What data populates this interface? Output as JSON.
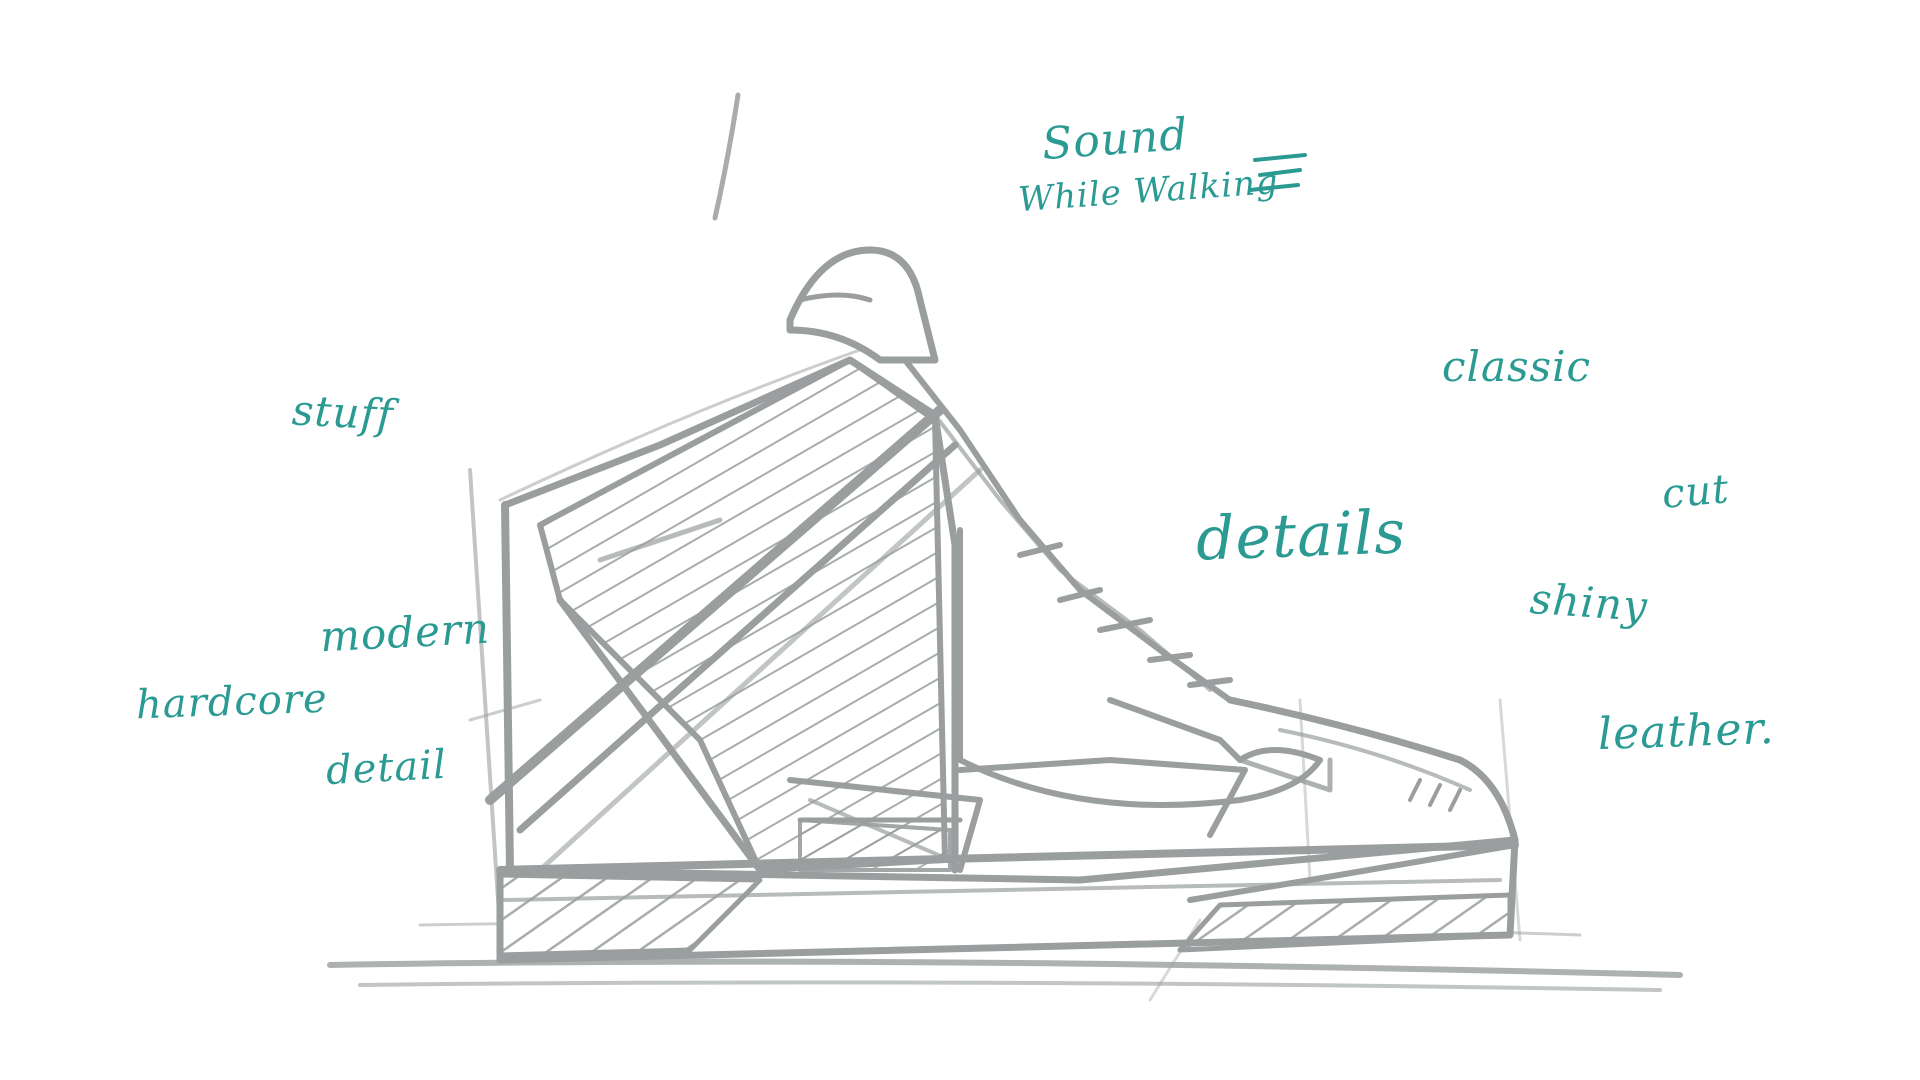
{
  "annotations": {
    "sound": "Sound",
    "while_walking": "While Walking",
    "stuff": "stuff",
    "classic": "classic",
    "cut": "cut",
    "details": "details",
    "shiny": "shiny",
    "modern": "modern",
    "hardcore": "hardcore",
    "leather": "leather.",
    "detail": "detail"
  },
  "colors": {
    "annotation_ink": "#2a9a92",
    "pencil_ink": "#9a9e9e",
    "background": "#ffffff"
  },
  "illustration": "high-top-sneaker-sketch"
}
